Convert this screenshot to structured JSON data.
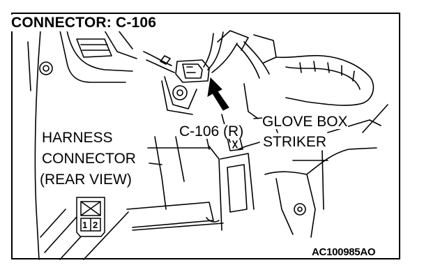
{
  "title": "CONNECTOR: C-106",
  "labels": {
    "glove_box": "GLOVE BOX",
    "striker": "STRIKER",
    "connector_id": "C-106 (R)",
    "harness_line1": "HARNESS",
    "harness_line2": "CONNECTOR",
    "harness_line3": "(REAR VIEW)"
  },
  "pins": [
    "1",
    "2"
  ],
  "figure_code": "AC100985AO",
  "colors": {
    "line": "#000000",
    "background": "#ffffff"
  }
}
